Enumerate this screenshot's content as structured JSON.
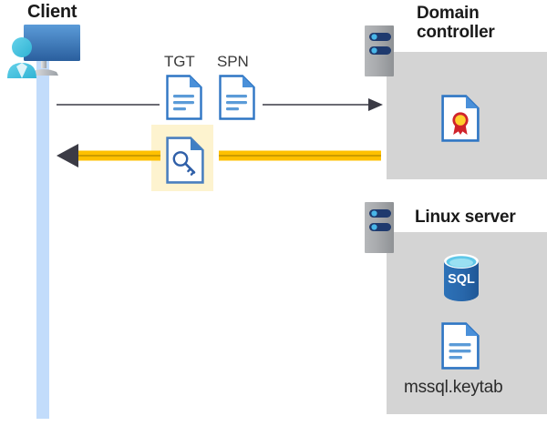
{
  "diagram": {
    "title": "Kerberos authentication flow between client, domain controller and Linux server",
    "type": "sequence-flow"
  },
  "actors": {
    "client": {
      "label": "Client",
      "icon": "client-workstation-icon"
    },
    "domain_controller": {
      "label": "Domain controller",
      "label_line1": "Domain",
      "label_line2": "controller",
      "icon": "server-rack-icon",
      "contents": [
        {
          "name": "certificate-document-icon",
          "caption": ""
        }
      ]
    },
    "linux_server": {
      "label": "Linux server",
      "icon": "server-rack-icon",
      "contents": [
        {
          "name": "sql-database-icon",
          "caption": "SQL"
        },
        {
          "name": "keytab-document-icon",
          "caption": "mssql.keytab"
        }
      ]
    }
  },
  "messages": [
    {
      "id": "request",
      "direction": "client-to-domain-controller",
      "style": "thin-gray-arrow",
      "labels": [
        "TGT",
        "SPN"
      ],
      "icons": [
        "tgt-document-icon",
        "spn-document-icon"
      ]
    },
    {
      "id": "response",
      "direction": "domain-controller-to-client",
      "style": "thick-yellow-arrow",
      "labels": [],
      "icons": [
        "service-ticket-key-document-icon"
      ],
      "highlighted": true
    }
  ],
  "labels": {
    "tgt": "TGT",
    "spn": "SPN",
    "keytab_file": "mssql.keytab",
    "sql_text": "SQL"
  },
  "colors": {
    "panel_gray": "#d4d4d4",
    "lifeline_blue": "#c2dcfb",
    "highlight_yellow": "#fdf3cf",
    "arrow_yellow": "#ffc000",
    "arrow_gray": "#6b6b73",
    "doc_blue": "#2f76c4",
    "sql_blue": "#2a6ab0",
    "cert_red": "#d0232b",
    "cert_gold": "#ffcf2e",
    "server_navy": "#1f3a6e",
    "text_dark": "#1a1a1a"
  }
}
